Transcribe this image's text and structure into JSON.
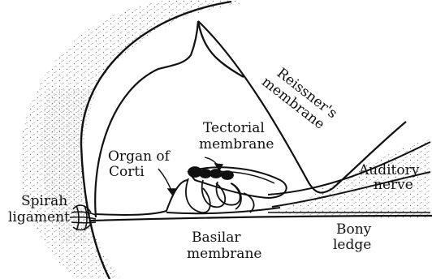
{
  "diagram": {
    "labels": {
      "reissners_membrane_line1": "Reissner's",
      "reissners_membrane_line2": "membrane",
      "tectorial_membrane_line1": "Tectorial",
      "tectorial_membrane_line2": "membrane",
      "organ_of_corti_line1": "Organ of",
      "organ_of_corti_line2": "Corti",
      "auditory_nerve_line1": "Auditory",
      "auditory_nerve_line2": "nerve",
      "spiral_ligament_line1": "Spirah",
      "spiral_ligament_line2": "ligament",
      "basilar_membrane_line1": "Basilar",
      "basilar_membrane_line2": "membrane",
      "bony_ledge_line1": "Bony",
      "bony_ledge_line2": "ledge"
    },
    "colors": {
      "ink": "#111111",
      "stipple": "#8a8a8a",
      "background": "#ffffff"
    }
  }
}
